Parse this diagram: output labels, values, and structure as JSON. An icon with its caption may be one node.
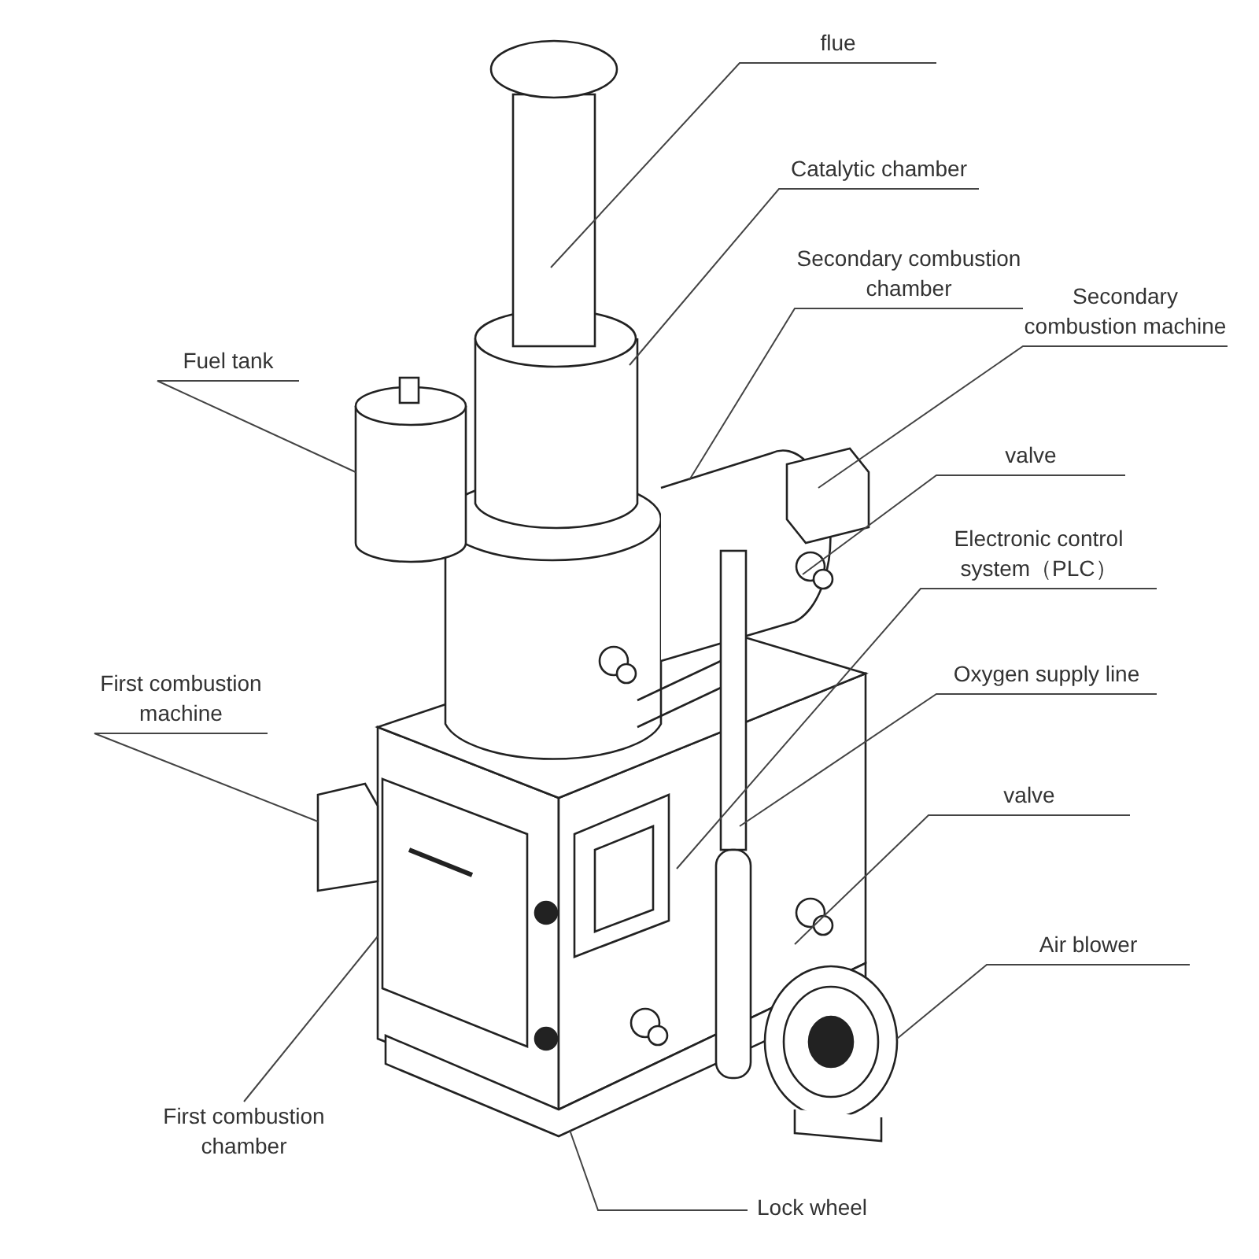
{
  "diagram": {
    "nodes": [
      {
        "text": [
          "flue"
        ]
      },
      {
        "text": [
          "Catalytic chamber"
        ]
      },
      {
        "text": [
          "Secondary combustion chamber"
        ]
      },
      {
        "text": [
          "Secondary combustion machine"
        ]
      },
      {
        "text": [
          "Fuel tank"
        ]
      },
      {
        "text": [
          "valve"
        ]
      },
      {
        "text": [
          "Electronic control system（PLC）"
        ]
      },
      {
        "text": [
          "First combustion machine"
        ]
      },
      {
        "text": [
          "Oxygen supply line"
        ]
      },
      {
        "text": [
          "valve"
        ]
      },
      {
        "text": [
          "Air blower"
        ]
      },
      {
        "text": [
          "First combustion chamber"
        ]
      },
      {
        "text": [
          "Lock wheel"
        ]
      }
    ],
    "edges": [
      {
        "from": 0,
        "to": null,
        "arrow": "none"
      },
      {
        "from": 1,
        "to": null,
        "arrow": "none"
      },
      {
        "from": 2,
        "to": null,
        "arrow": "none"
      },
      {
        "from": 3,
        "to": null,
        "arrow": "none"
      },
      {
        "from": 4,
        "to": null,
        "arrow": "none"
      },
      {
        "from": 5,
        "to": null,
        "arrow": "none"
      },
      {
        "from": 6,
        "to": null,
        "arrow": "none"
      },
      {
        "from": 7,
        "to": null,
        "arrow": "none"
      },
      {
        "from": 8,
        "to": null,
        "arrow": "none"
      },
      {
        "from": 9,
        "to": null,
        "arrow": "none"
      },
      {
        "from": 10,
        "to": null,
        "arrow": "none"
      },
      {
        "from": 11,
        "to": null,
        "arrow": "none"
      },
      {
        "from": 12,
        "to": null,
        "arrow": "none"
      }
    ]
  }
}
